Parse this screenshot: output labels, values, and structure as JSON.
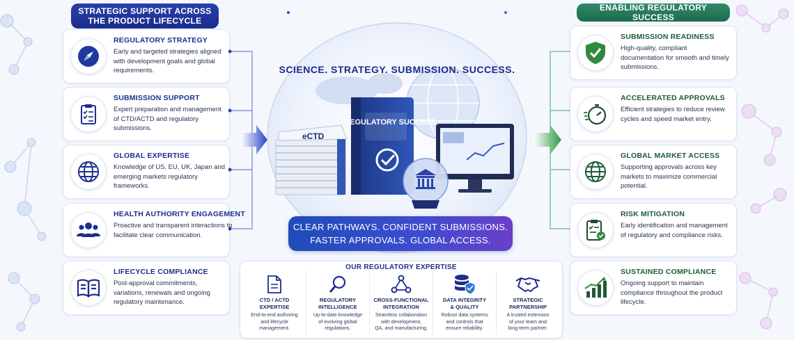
{
  "left_column": {
    "header": "STRATEGIC SUPPORT ACROSS THE PRODUCT LIFECYCLE",
    "cards": [
      {
        "title": "REGULATORY STRATEGY",
        "description": "Early and targeted strategies aligned with development goals and global requirements.",
        "icon": "compass-icon"
      },
      {
        "title": "SUBMISSION SUPPORT",
        "description": "Expert preparation and management of CTD/ACTD and regulatory submissions.",
        "icon": "clipboard-checklist-icon"
      },
      {
        "title": "GLOBAL EXPERTISE",
        "description": "Knowledge of US, EU, UK, Japan and emerging markets regulatory frameworks.",
        "icon": "globe-icon"
      },
      {
        "title": "HEALTH AUTHORITY ENGAGEMENT",
        "description": "Proactive and transparent interactions to facilitate clear communication.",
        "icon": "people-group-icon"
      },
      {
        "title": "LIFECYCLE COMPLIANCE",
        "description": "Post-approval commitments, variations, renewals and ongoing regulatory maintenance.",
        "icon": "open-book-icon"
      }
    ]
  },
  "right_column": {
    "header": "ENABLING REGULATORY SUCCESS",
    "cards": [
      {
        "title": "SUBMISSION READINESS",
        "description": "High-quality, compliant documentation for smooth and timely submissions.",
        "icon": "shield-check-icon"
      },
      {
        "title": "ACCELERATED APPROVALS",
        "description": "Efficient strategies to reduce review cycles and speed market entry.",
        "icon": "stopwatch-icon"
      },
      {
        "title": "GLOBAL MARKET ACCESS",
        "description": "Supporting approvals across key markets to maximize commercial potential.",
        "icon": "globe-icon"
      },
      {
        "title": "RISK MITIGATION",
        "description": "Early identification and management of regulatory and compliance risks.",
        "icon": "clipboard-badge-icon"
      },
      {
        "title": "SUSTAINED COMPLIANCE",
        "description": "Ongoing support to maintain compliance throughout the product lifecycle.",
        "icon": "growth-chart-icon"
      }
    ]
  },
  "center": {
    "tagline": "SCIENCE. STRATEGY. SUBMISSION. SUCCESS.",
    "binder_label": "REGULATORY SUCCESS",
    "document_label": "eCTD",
    "banner_line1": "CLEAR PATHWAYS. CONFIDENT SUBMISSIONS.",
    "banner_line2": "FASTER APPROVALS. GLOBAL ACCESS."
  },
  "expertise": {
    "title": "OUR REGULATORY EXPERTISE",
    "items": [
      {
        "name_line1": "CTD / ACTD",
        "name_line2": "EXPERTISE",
        "desc_line1": "End-to-end authoring",
        "desc_line2": "and lifecycle",
        "desc_line3": "management.",
        "icon": "document-icon"
      },
      {
        "name_line1": "REGULATORY",
        "name_line2": "INTELLIGENCE",
        "desc_line1": "Up-to-date knowledge",
        "desc_line2": "of evolving global",
        "desc_line3": "regulations.",
        "icon": "magnifier-icon"
      },
      {
        "name_line1": "CROSS-FUNCTIONAL",
        "name_line2": "INTEGRATION",
        "desc_line1": "Seamless collaboration",
        "desc_line2": "with development,",
        "desc_line3": "QA, and manufacturing.",
        "icon": "network-icon"
      },
      {
        "name_line1": "DATA INTEGRITY",
        "name_line2": "& QUALITY",
        "desc_line1": "Robust data systems",
        "desc_line2": "and controls that",
        "desc_line3": "ensure reliability.",
        "icon": "database-shield-icon"
      },
      {
        "name_line1": "STRATEGIC",
        "name_line2": "PARTNERSHIP",
        "desc_line1": "A trusted extension",
        "desc_line2": "of your team and",
        "desc_line3": "long-term partner.",
        "icon": "handshake-icon"
      }
    ]
  },
  "colors": {
    "navy": "#1e2e8e",
    "green": "#2f8a68",
    "banner_start": "#1e4cb8",
    "banner_end": "#6a3fc9"
  }
}
